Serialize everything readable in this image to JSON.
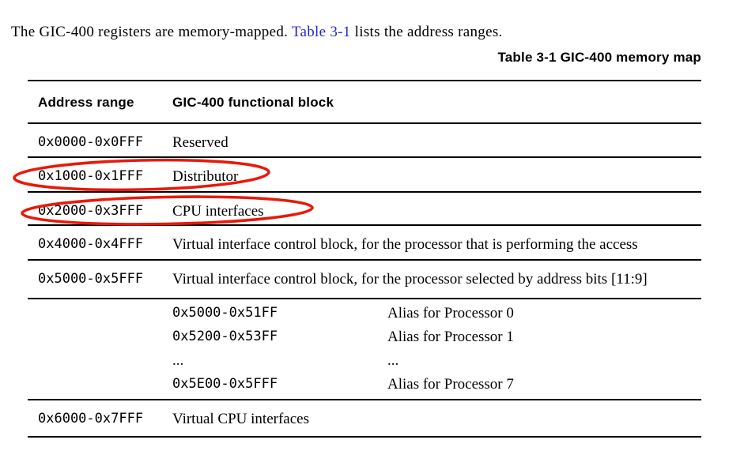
{
  "intro": {
    "before": "The GIC-400 registers are memory-mapped. ",
    "link": "Table 3-1",
    "after": " lists the address ranges."
  },
  "caption": "Table 3-1 GIC-400 memory map",
  "table": {
    "col_headers": [
      "Address range",
      "GIC-400 functional block"
    ],
    "rows": [
      {
        "address": "0x0000-0x0FFF",
        "block": "Reserved"
      },
      {
        "address": "0x1000-0x1FFF",
        "block": "Distributor",
        "annotated": true
      },
      {
        "address": "0x2000-0x3FFF",
        "block": "CPU interfaces",
        "annotated": true
      },
      {
        "address": "0x4000-0x4FFF",
        "block": "Virtual interface control block, for the processor that is performing the access"
      },
      {
        "address": "0x5000-0x5FFF",
        "block": "Virtual interface control block, for the processor selected by address bits [11:9]"
      },
      {
        "address": "0x6000-0x7FFF",
        "block": "Virtual CPU interfaces"
      }
    ],
    "alias_sub_rows": [
      {
        "address": "0x5000-0x51FF",
        "description": "Alias for Processor 0"
      },
      {
        "address": "0x5200-0x53FF",
        "description": "Alias for Processor 1"
      },
      {
        "address": "...",
        "description": "..."
      },
      {
        "address": "0x5E00-0x5FFF",
        "description": "Alias for Processor 7"
      }
    ]
  },
  "annotations": {
    "ellipse_color": "#e8190a",
    "circled_rows": [
      "0x1000-0x1FFF Distributor",
      "0x2000-0x3FFF CPU interfaces"
    ]
  },
  "colors": {
    "link_blue": "#2626cd",
    "rule_black": "#000000"
  }
}
